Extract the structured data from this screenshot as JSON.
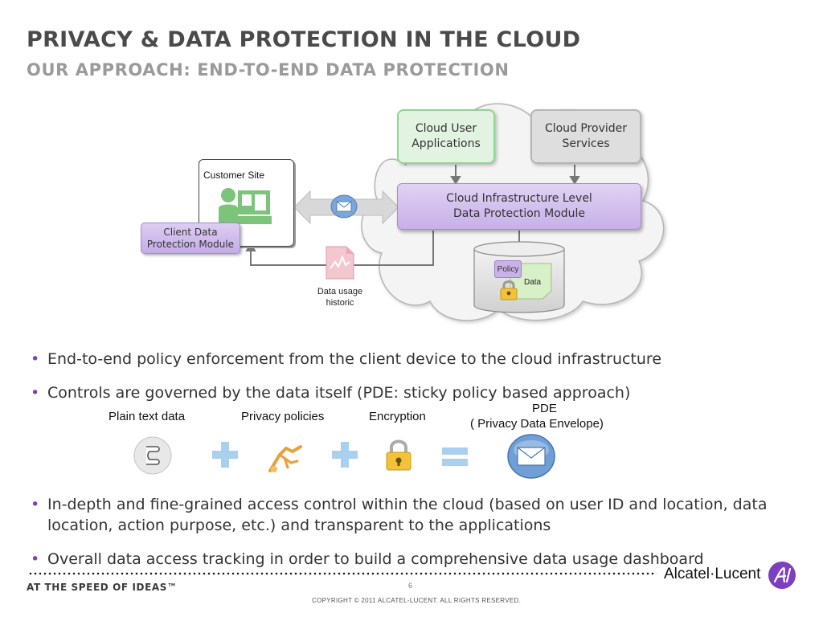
{
  "header": {
    "title": "PRIVACY & DATA PROTECTION IN THE CLOUD",
    "subtitle": "OUR APPROACH: END-TO-END DATA PROTECTION"
  },
  "diagram": {
    "cloud_user_apps": "Cloud User\nApplications",
    "cloud_provider_services": "Cloud Provider\nServices",
    "cloud_infra_module": "Cloud Infrastructure Level\nData Protection Module",
    "customer_site": "Customer Site",
    "client_module": "Client Data\nProtection Module",
    "data_usage": "Data usage\nhistoric",
    "policy": "Policy",
    "data": "Data"
  },
  "bullets": {
    "b1": "End-to-end policy enforcement from the client device to the cloud infrastructure",
    "b2": "Controls are governed by the data itself (PDE: sticky policy based approach)",
    "b3": "In-depth and fine-grained access control within the cloud (based on user ID and location, data location, action purpose, etc.) and transparent to the applications",
    "b4": "Overall data access tracking in order to build a comprehensive data usage dashboard"
  },
  "equation": {
    "plain_text": "Plain text data",
    "privacy_policies": "Privacy policies",
    "encryption": "Encryption",
    "pde": "PDE",
    "pde_full": "( Privacy Data Envelope)"
  },
  "footer": {
    "tagline": "AT THE SPEED OF IDEAS™",
    "page_number": "6",
    "copyright": "COPYRIGHT © 2011 ALCATEL-LUCENT.  ALL RIGHTS RESERVED.",
    "brand": "Alcatel·Lucent"
  },
  "icons": [
    "cloud-shape",
    "customer-site-icon",
    "mail-icon",
    "document-icon",
    "lock-icon",
    "scroll-icon",
    "key-icon",
    "plus-icon",
    "equals-icon",
    "envelope-globe-icon",
    "alcatel-logo-icon"
  ],
  "colors": {
    "accent_purple": "#7b3fbf",
    "green_box": "#dff2df",
    "grey_box": "#dcdcdc",
    "purple_box": "#c9b3e6",
    "plus_blue": "#a9d0ee"
  }
}
